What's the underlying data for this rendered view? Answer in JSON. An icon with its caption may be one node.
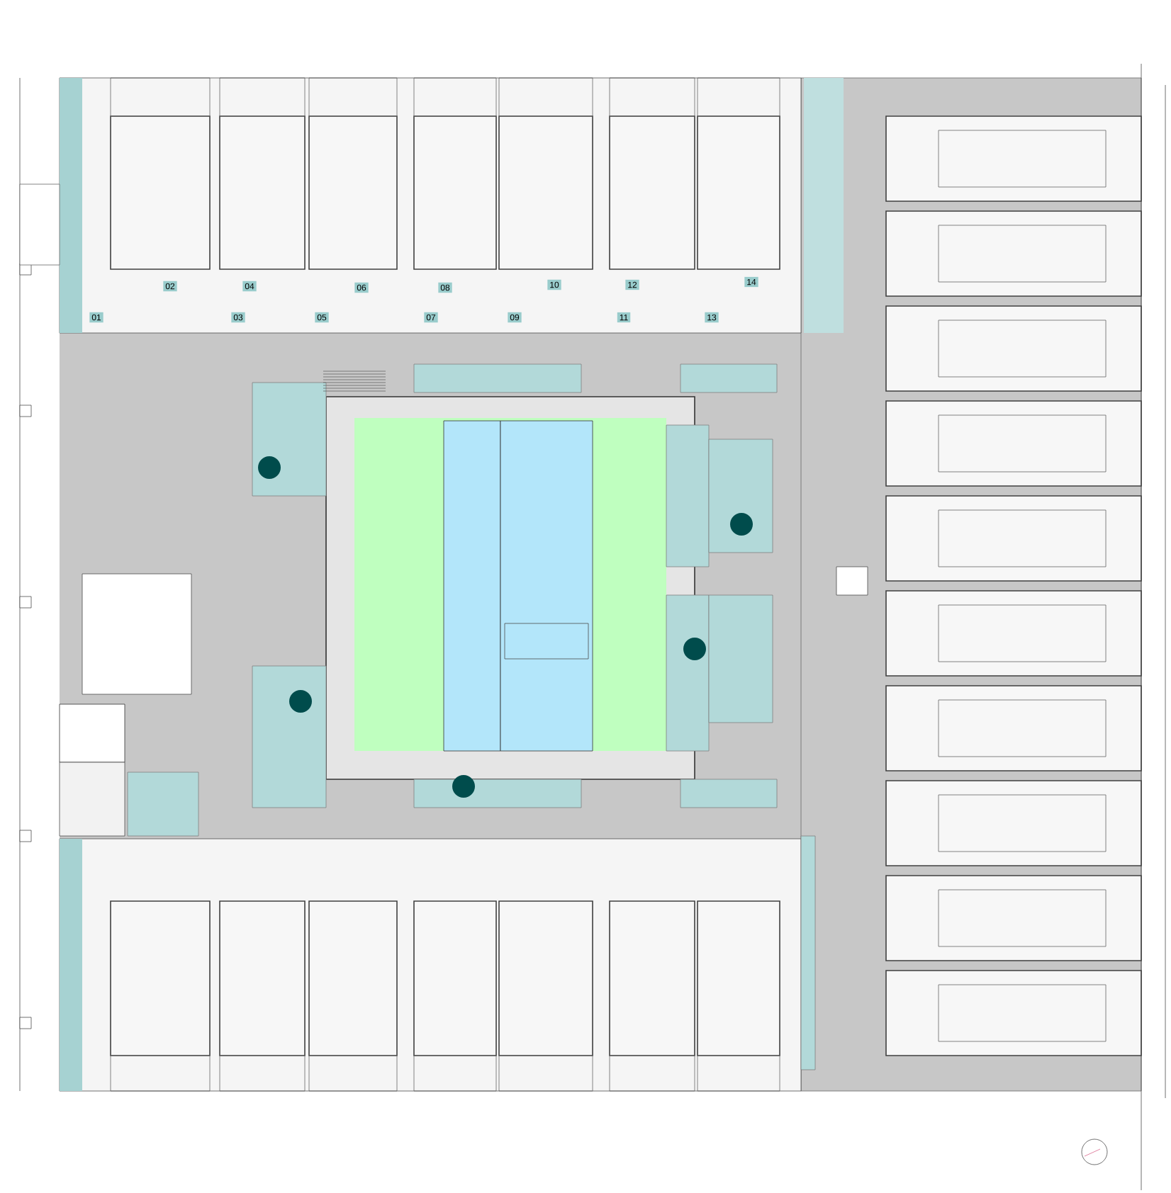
{
  "diagram": {
    "nodes": [
      {
        "text": [
          "02"
        ]
      },
      {
        "text": [
          "04"
        ]
      },
      {
        "text": [
          "06"
        ]
      },
      {
        "text": [
          "08"
        ]
      },
      {
        "text": [
          "10"
        ]
      },
      {
        "text": [
          "12"
        ]
      },
      {
        "text": [
          "14"
        ]
      },
      {
        "text": [
          "01"
        ]
      },
      {
        "text": [
          "03"
        ]
      },
      {
        "text": [
          "05"
        ]
      },
      {
        "text": [
          "07"
        ]
      },
      {
        "text": [
          "09"
        ]
      },
      {
        "text": [
          "11"
        ]
      },
      {
        "text": [
          "13"
        ]
      }
    ]
  }
}
